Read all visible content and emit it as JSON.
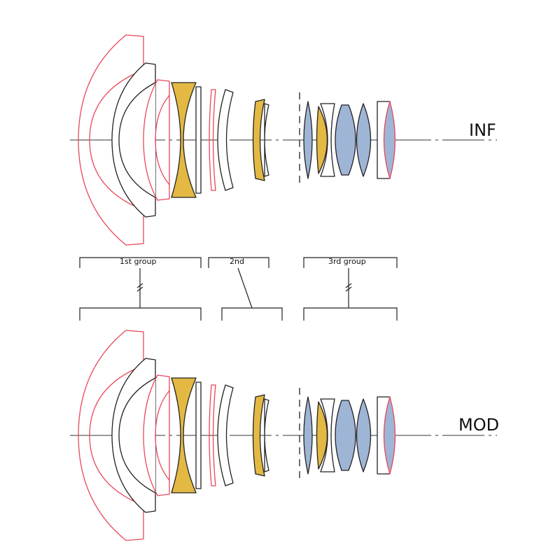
{
  "positions": {
    "infinity": "INF",
    "minimum_focus": "MOD"
  },
  "groups": {
    "first": "1st group",
    "second": "2nd",
    "third": "3rd group"
  },
  "colors": {
    "red_outline": "#e8475a",
    "yellow_element": "#e3b944",
    "blue_element": "#9fb5d6",
    "outline": "#222222"
  }
}
